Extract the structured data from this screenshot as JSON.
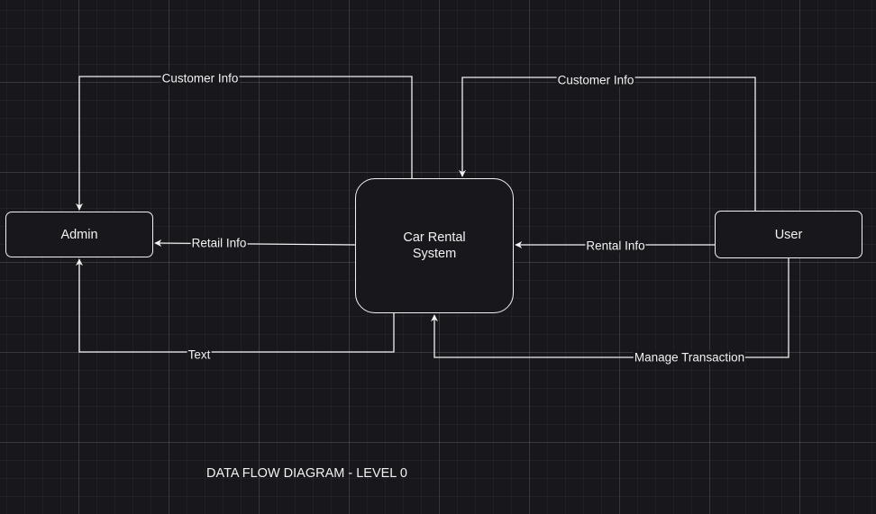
{
  "diagram": {
    "title": "DATA FLOW DIAGRAM - LEVEL 0",
    "nodes": {
      "admin": {
        "label": "Admin"
      },
      "system": {
        "label": "Car Rental\nSystem"
      },
      "user": {
        "label": "User"
      }
    },
    "edges": {
      "system_to_admin_customer_info": {
        "label": "Customer Info"
      },
      "user_to_system_customer_info": {
        "label": "Customer Info"
      },
      "system_to_admin_retail_info": {
        "label": "Retail Info"
      },
      "user_to_system_rental_info": {
        "label": "Rental Info"
      },
      "system_to_admin_text": {
        "label": "Text"
      },
      "user_to_system_manage_transaction": {
        "label": "Manage Transaction"
      }
    }
  },
  "colors": {
    "background": "#18171c",
    "stroke": "#f2f2f2",
    "text": "#f2f2f2"
  }
}
